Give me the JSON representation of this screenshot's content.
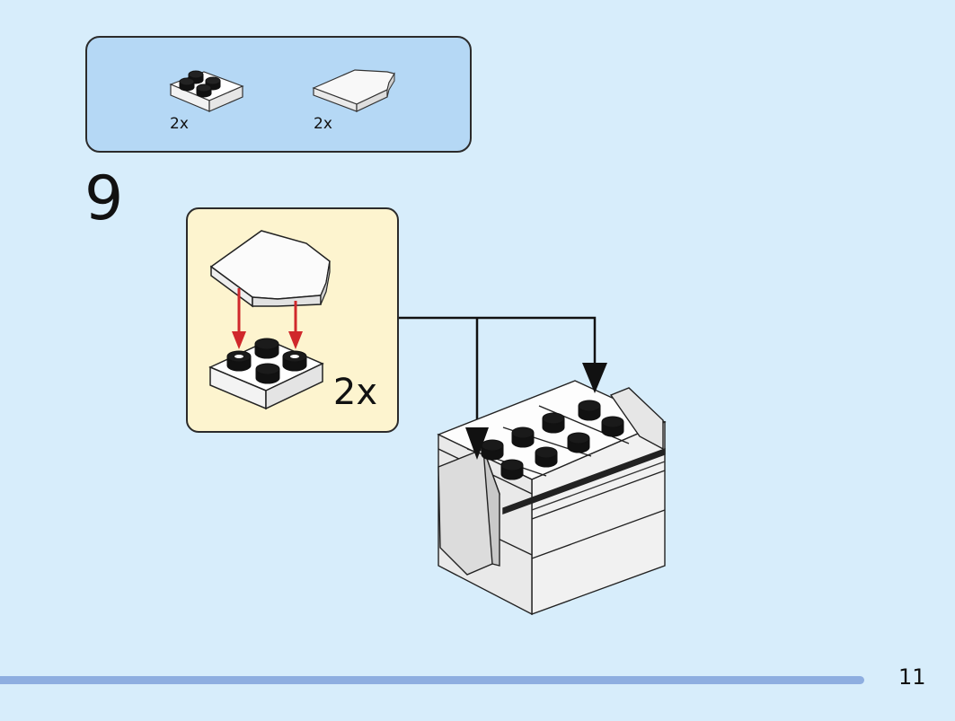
{
  "parts_list": {
    "items": [
      {
        "part": "plate-2x2",
        "quantity": "2x"
      },
      {
        "part": "wedge-plate-2x2",
        "quantity": "2x"
      }
    ]
  },
  "step": {
    "number": "9",
    "sub_assembly": {
      "quantity": "2x"
    }
  },
  "page": {
    "number": "11"
  },
  "colors": {
    "background": "#d7edfb",
    "parts_box": "#b5d8f5",
    "sub_box": "#fdf4cf",
    "arrow_red": "#d0282b",
    "bar": "#8eaee0"
  }
}
